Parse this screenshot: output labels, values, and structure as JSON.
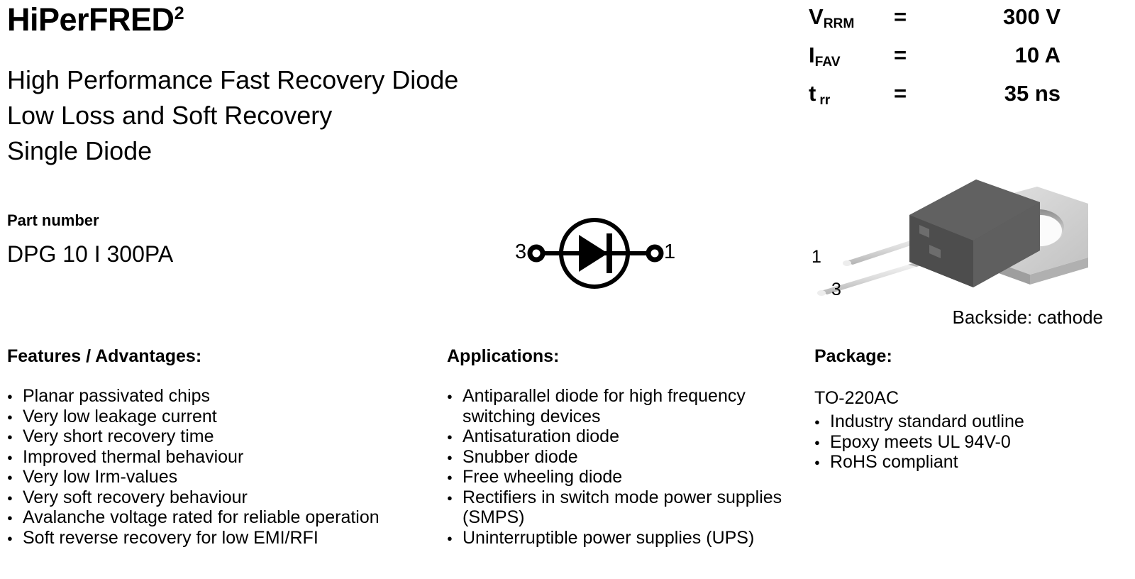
{
  "header": {
    "brand_title": "HiPerFRED",
    "brand_superscript": "2",
    "subtitle_lines": [
      "High Performance Fast Recovery Diode",
      "Low Loss and Soft Recovery",
      "Single Diode"
    ],
    "part_number_label": "Part number",
    "part_number_value": "DPG 10 I 300PA"
  },
  "parameters": [
    {
      "symbol": "V",
      "subscript": "RRM",
      "equals": "=",
      "value": "300 V"
    },
    {
      "symbol": "I",
      "subscript": "FAV",
      "equals": "=",
      "value": "10 A"
    },
    {
      "symbol": "t",
      "subscript": "rr",
      "equals": "=",
      "value": "35 ns"
    }
  ],
  "symbol_diagram": {
    "pin_left": "3",
    "pin_right": "1"
  },
  "package_image": {
    "lead_label_1": "1",
    "lead_label_3": "3",
    "caption": "Backside: cathode",
    "body_color": "#555555",
    "tab_color": "#c9c9c9",
    "lead_color": "#d6d6d6"
  },
  "features": {
    "heading": "Features / Advantages:",
    "items": [
      "Planar passivated chips",
      "Very low leakage current",
      "Very short recovery time",
      "Improved thermal behaviour",
      "Very low Irm-values",
      "Very soft recovery behaviour",
      "Avalanche voltage rated for reliable operation",
      "Soft reverse recovery for low EMI/RFI"
    ]
  },
  "applications": {
    "heading": "Applications:",
    "items": [
      "Antiparallel diode for high frequency switching devices",
      "Antisaturation diode",
      "Snubber diode",
      "Free wheeling diode",
      "Rectifiers in switch mode power supplies (SMPS)",
      "Uninterruptible power supplies (UPS)"
    ]
  },
  "package": {
    "heading": "Package:",
    "type": "TO-220AC",
    "items": [
      "Industry standard outline",
      "Epoxy meets UL 94V-0",
      "RoHS compliant"
    ]
  }
}
